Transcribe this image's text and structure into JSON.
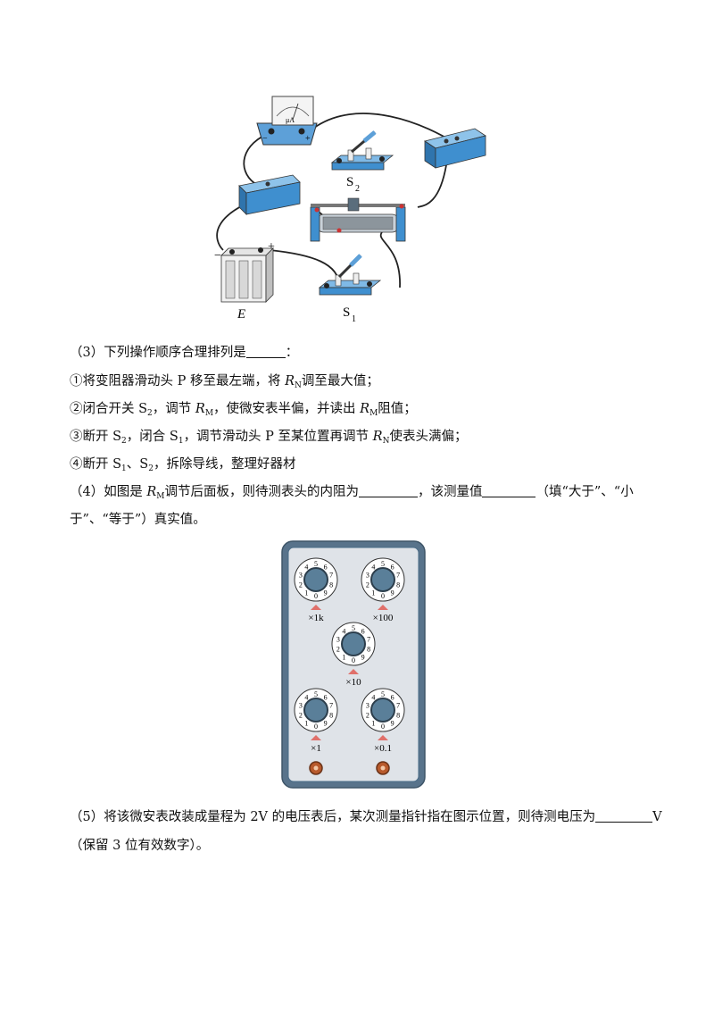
{
  "circuit": {
    "meter_unit": "μA",
    "meter_minus": "−",
    "meter_plus": "+",
    "battery_minus": "−",
    "battery_plus": "+",
    "battery_label": "E",
    "switch2_label": "S",
    "switch2_sub": "2",
    "switch1_label": "S",
    "switch1_sub": "1"
  },
  "q3": {
    "text": "（3）下列操作顺序合理排列是",
    "tail": "：",
    "step1_a": "①将变阻器滑动头 P 移至最左端，将 ",
    "step1_var": "R",
    "step1_sub": "N",
    "step1_b": "调至最大值；",
    "step2_a": "②闭合开关 S",
    "step2_sub1": "2",
    "step2_b": "，调节 ",
    "step2_var": "R",
    "step2_sub2": "M",
    "step2_c": "，使微安表半偏，并读出 ",
    "step2_var2": "R",
    "step2_sub3": "M",
    "step2_d": "阻值；",
    "step3_a": "③断开 S",
    "step3_sub1": "2",
    "step3_b": "，闭合 S",
    "step3_sub2": "1",
    "step3_c": "，调节滑动头 P 至某位置再调节 ",
    "step3_var": "R",
    "step3_sub3": "N",
    "step3_d": "使表头满偏；",
    "step4_a": "④断开 S",
    "step4_sub1": "1",
    "step4_b": "、S",
    "step4_sub2": "2",
    "step4_c": "，拆除导线，整理好器材"
  },
  "q4": {
    "a": "（4）如图是 ",
    "var": "R",
    "sub": "M",
    "b": "调节后面板，则待测表头的内阻为",
    "c": "，该测量值",
    "d": "（填“大于”、“小",
    "line2": "于”、“等于”）真实值。"
  },
  "box": {
    "dials": [
      {
        "label": "×1k",
        "digits": [
          "0",
          "1",
          "2",
          "3",
          "4",
          "5",
          "6",
          "7",
          "8",
          "9"
        ]
      },
      {
        "label": "×100",
        "digits": [
          "0",
          "1",
          "2",
          "3",
          "4",
          "5",
          "6",
          "7",
          "8",
          "9"
        ]
      },
      {
        "label": "×10",
        "digits": [
          "0",
          "1",
          "2",
          "3",
          "4",
          "5",
          "6",
          "7",
          "8",
          "9"
        ]
      },
      {
        "label": "×1",
        "digits": [
          "0",
          "1",
          "2",
          "3",
          "4",
          "5",
          "6",
          "7",
          "8",
          "9"
        ]
      },
      {
        "label": "×0.1",
        "digits": [
          "0",
          "1",
          "2",
          "3",
          "4",
          "5",
          "6",
          "7",
          "8",
          "9"
        ]
      }
    ]
  },
  "q5": {
    "a": "（5）将该微安表改装成量程为 2V 的电压表后，某次测量指针指在图示位置，则待测电压为",
    "unit": "V",
    "line2": "（保留 3 位有效数字）。"
  },
  "colors": {
    "device": "#3f8fcf",
    "device_top": "#7fb9e6",
    "panel": "#dfe3e8",
    "panel_border": "#4a6c87",
    "knob": "#5a7f99",
    "marker": "#e0706a"
  }
}
